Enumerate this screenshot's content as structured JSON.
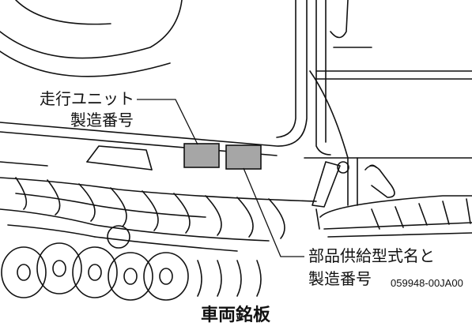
{
  "labels": {
    "running_unit_line1": "走行ユニット",
    "running_unit_line2": "製造番号",
    "part_supply_line1": "部品供給型式名と",
    "part_supply_line2": "製造番号",
    "figure_code": "059948-00JA00"
  },
  "caption": "車両銘板",
  "colors": {
    "line": "#111111",
    "plate_fill": "#a6a6a6",
    "background": "#ffffff"
  }
}
